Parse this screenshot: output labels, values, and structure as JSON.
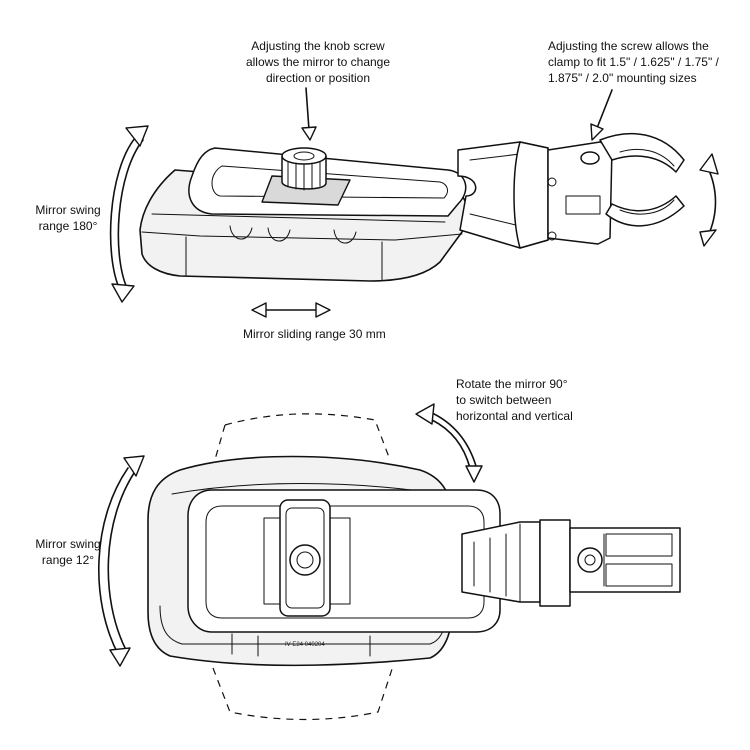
{
  "top_view": {
    "knob_label": [
      "Adjusting the knob screw",
      "allows the mirror to change",
      "direction or position"
    ],
    "clamp_label": [
      "Adjusting the screw allows the",
      "clamp to fit 1.5\" / 1.625\" / 1.75\" /",
      "1.875\" / 2.0\" mounting sizes"
    ],
    "swing_label": [
      "Mirror swing",
      "range 180°"
    ],
    "sliding_label": "Mirror sliding range 30 mm"
  },
  "bottom_view": {
    "rotate_label": [
      "Rotate the mirror 90°",
      "to switch between",
      "horizontal and vertical"
    ],
    "swing_label": [
      "Mirror swing",
      "range 12°"
    ],
    "marking": "IV E24 040204"
  }
}
